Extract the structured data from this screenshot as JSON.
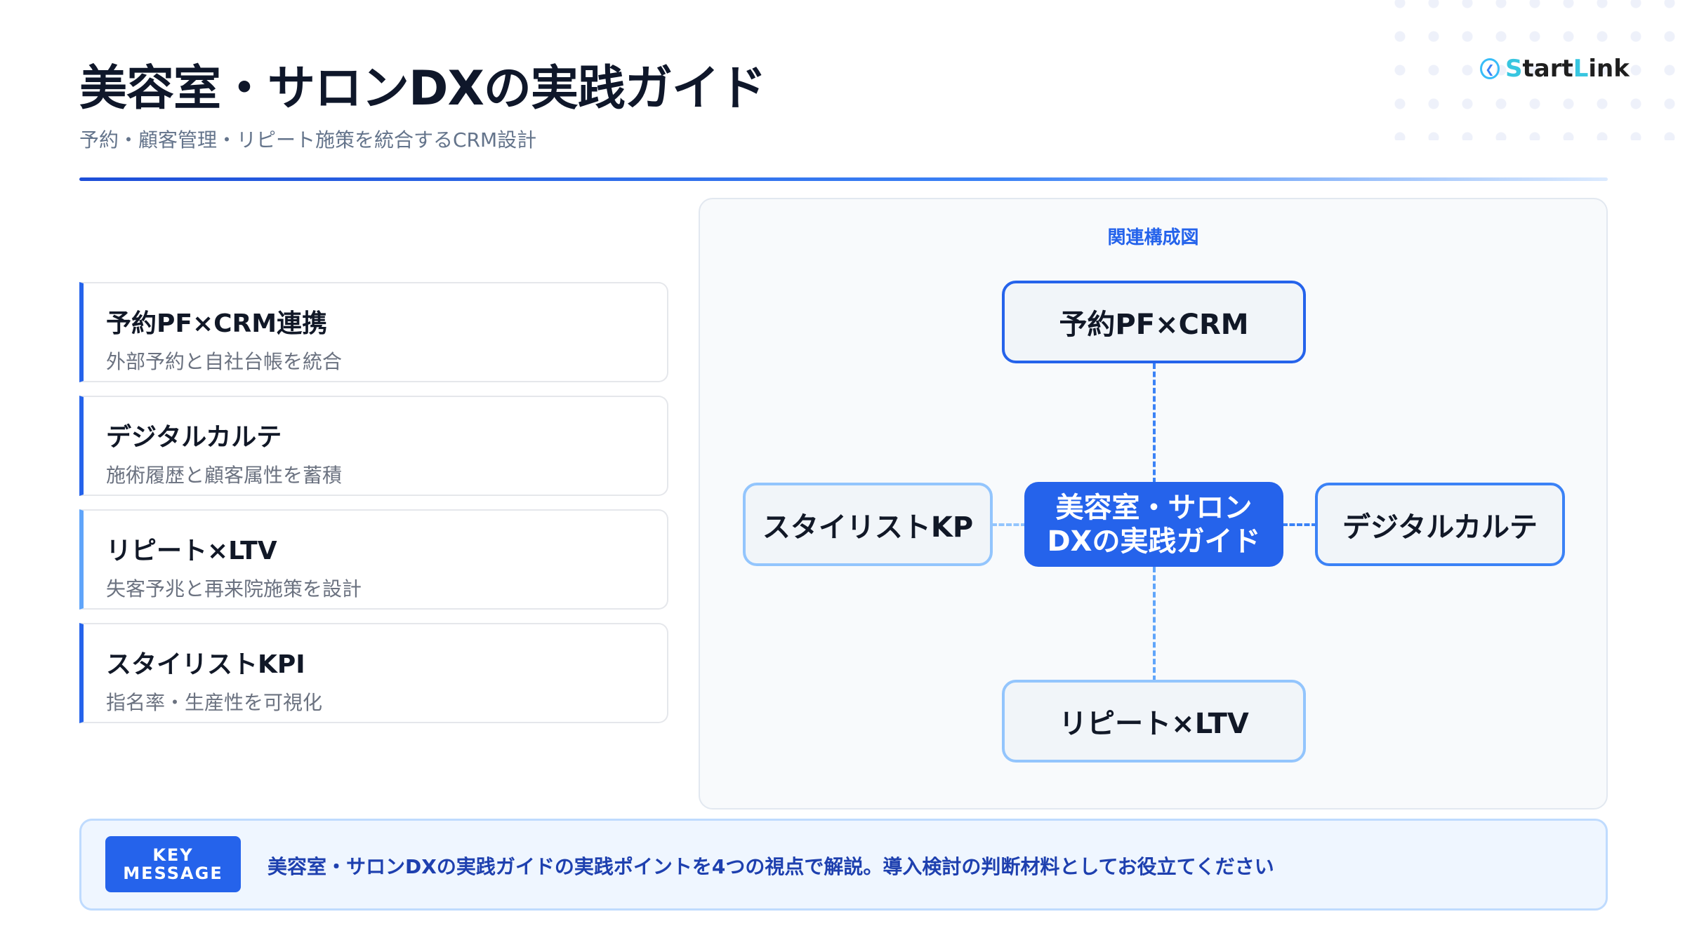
{
  "header": {
    "title": "美容室・サロンDXの実践ガイド",
    "subtitle": "予約・顧客管理・リピート施策を統合するCRM設計",
    "logo": {
      "text_a": "S",
      "text_b": "tart",
      "text_c": "L",
      "text_d": "ink",
      "icon": "startlink-logo-icon"
    }
  },
  "cards": [
    {
      "title": "予約PF×CRM連携",
      "desc": "外部予約と自社台帳を統合"
    },
    {
      "title": "デジタルカルテ",
      "desc": "施術履歴と顧客属性を蓄積"
    },
    {
      "title": "リピート×LTV",
      "desc": "失客予兆と再来院施策を設計"
    },
    {
      "title": "スタイリストKPI",
      "desc": "指名率・生産性を可視化"
    }
  ],
  "diagram": {
    "title": "関連構成図",
    "center": "美容室・サロンDXの実践ガイド",
    "top": "予約PF×CRM",
    "left": "スタイリストKP",
    "right": "デジタルカルテ",
    "bottom": "リピート×LTV"
  },
  "key_message": {
    "badge_line1": "KEY",
    "badge_line2": "MESSAGE",
    "text": "美容室・サロンDXの実践ガイドの実践ポイントを4つの視点で解説。導入検討の判断材料としてお役立てください"
  },
  "colors": {
    "accent": "#2563eb",
    "light_accent": "#60a5fa",
    "key_bg": "#eff6ff"
  }
}
